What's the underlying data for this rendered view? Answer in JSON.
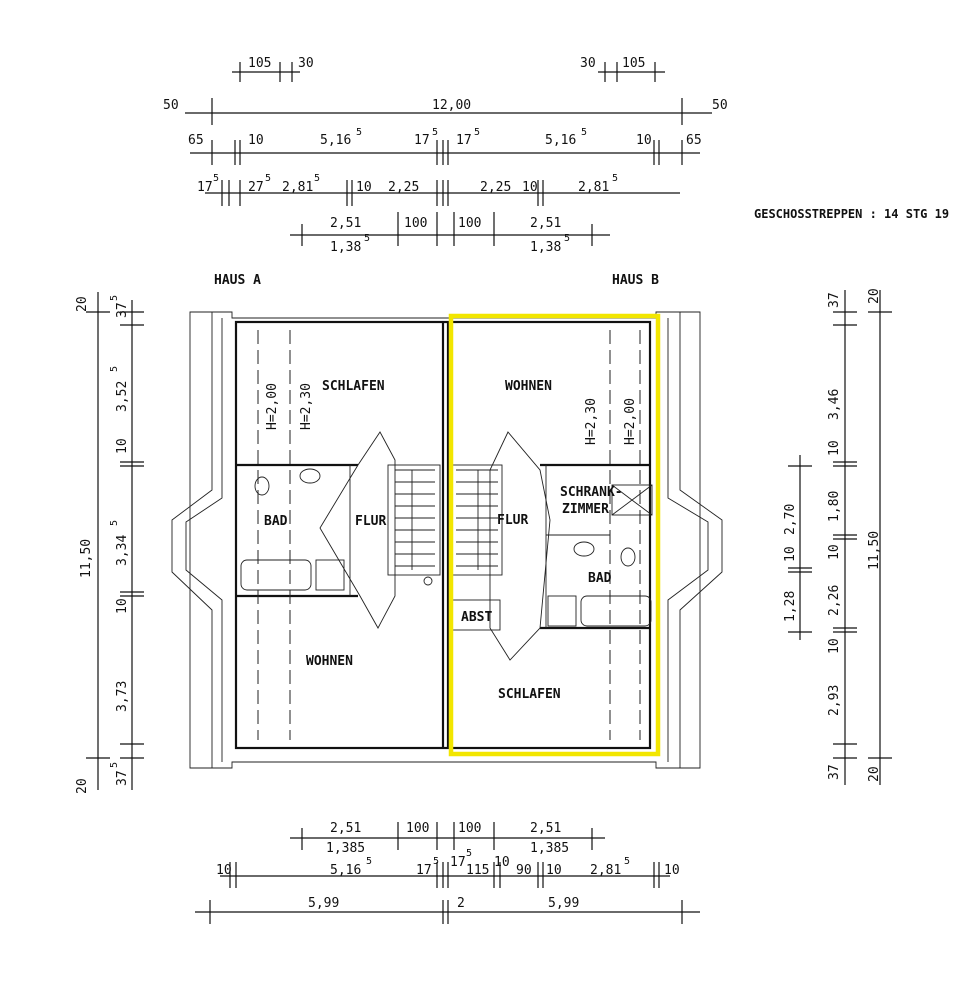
{
  "houses": {
    "a": "HAUS A",
    "b": "HAUS B"
  },
  "note": "GESCHOSSTREPPEN : 14 STG 19",
  "rooms": {
    "a_schlafen": "SCHLAFEN",
    "a_bad": "BAD",
    "a_flur": "FLUR",
    "a_wohnen": "WOHNEN",
    "b_wohnen": "WOHNEN",
    "b_schrank_1": "SCHRANK-",
    "b_schrank_2": "ZIMMER",
    "b_flur": "FLUR",
    "b_bad": "BAD",
    "b_abst": "ABST",
    "b_schlafen": "SCHLAFEN"
  },
  "heights": {
    "h200": "H=2,00",
    "h230": "H=2,30"
  },
  "top_dims": {
    "r1_105": "105",
    "r1_30": "30",
    "r2_50": "50",
    "r2_1200": "12,00",
    "r3_65": "65",
    "r3_10": "10",
    "r3_516": "5,16",
    "r3_17": "17",
    "sup_5": "5",
    "r4_175": "17",
    "r4_27": "27",
    "r4_281": "2,81",
    "r4_10": "10",
    "r4_225": "2,25",
    "r5_251": "2,51",
    "r5_100": "100",
    "r5_138": "1,38"
  },
  "bottom_dims": {
    "r1_251": "2,51",
    "r1_100": "100",
    "r1_1385": "1,385",
    "r2_10": "10",
    "r2_516": "5,16",
    "r2_17": "17",
    "r2_115": "115",
    "r2_90": "90",
    "r2_281": "2,81",
    "r3_599": "5,99",
    "r3_2": "2"
  },
  "left_dims": {
    "total": "11,50",
    "d20": "20",
    "d37": "37",
    "d352": "3,52",
    "d10": "10",
    "d334": "3,34",
    "d373": "3,73",
    "sup_5": "5"
  },
  "right_dims": {
    "total": "11,50",
    "d20": "20",
    "d37": "37",
    "d346": "3,46",
    "d10": "10",
    "d180": "1,80",
    "d226": "2,26",
    "d293": "2,93",
    "d270": "2,70",
    "d128": "1,28"
  },
  "colors": {
    "highlight": "#f2e600",
    "ink": "#111111"
  }
}
